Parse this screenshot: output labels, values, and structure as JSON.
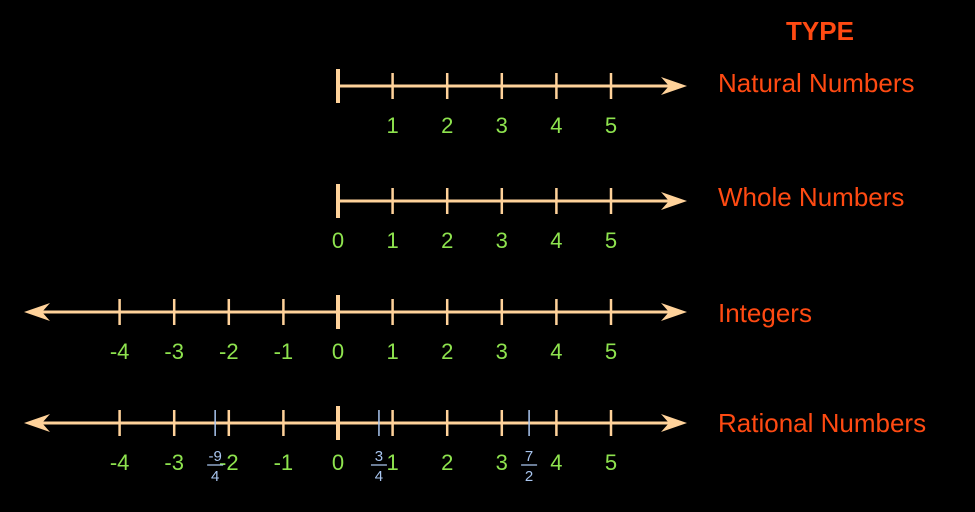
{
  "header": "TYPE",
  "colors": {
    "axis": "#FFD29A",
    "tick_label": "#8EE34E",
    "type_label": "#FF4A12",
    "fraction": "#A9C6F0"
  },
  "rows": [
    {
      "id": "natural",
      "type": "Natural Numbers",
      "left_end": "bar",
      "right_end": "arrow",
      "ticks": [
        0,
        1,
        2,
        3,
        4,
        5
      ],
      "labels": [
        {
          "value": 1,
          "text": "1"
        },
        {
          "value": 2,
          "text": "2"
        },
        {
          "value": 3,
          "text": "3"
        },
        {
          "value": 4,
          "text": "4"
        },
        {
          "value": 5,
          "text": "5"
        }
      ],
      "fractions": []
    },
    {
      "id": "whole",
      "type": "Whole Numbers",
      "left_end": "bar",
      "right_end": "arrow",
      "ticks": [
        0,
        1,
        2,
        3,
        4,
        5
      ],
      "labels": [
        {
          "value": 0,
          "text": "0"
        },
        {
          "value": 1,
          "text": "1"
        },
        {
          "value": 2,
          "text": "2"
        },
        {
          "value": 3,
          "text": "3"
        },
        {
          "value": 4,
          "text": "4"
        },
        {
          "value": 5,
          "text": "5"
        }
      ],
      "fractions": []
    },
    {
      "id": "integers",
      "type": "Integers",
      "left_end": "arrow",
      "right_end": "arrow",
      "ticks": [
        -4,
        -3,
        -2,
        -1,
        0,
        1,
        2,
        3,
        4,
        5
      ],
      "labels": [
        {
          "value": -4,
          "text": "-4"
        },
        {
          "value": -3,
          "text": "-3"
        },
        {
          "value": -2,
          "text": "-2"
        },
        {
          "value": -1,
          "text": "-1"
        },
        {
          "value": 0,
          "text": "0"
        },
        {
          "value": 1,
          "text": "1"
        },
        {
          "value": 2,
          "text": "2"
        },
        {
          "value": 3,
          "text": "3"
        },
        {
          "value": 4,
          "text": "4"
        },
        {
          "value": 5,
          "text": "5"
        }
      ],
      "fractions": []
    },
    {
      "id": "rational",
      "type": "Rational Numbers",
      "left_end": "arrow",
      "right_end": "arrow",
      "ticks": [
        -4,
        -3,
        -2,
        -1,
        0,
        1,
        2,
        3,
        4,
        5
      ],
      "labels": [
        {
          "value": -4,
          "text": "-4"
        },
        {
          "value": -3,
          "text": "-3"
        },
        {
          "value": -2,
          "text": "-2"
        },
        {
          "value": -1,
          "text": "-1"
        },
        {
          "value": 0,
          "text": "0"
        },
        {
          "value": 1,
          "text": "1"
        },
        {
          "value": 2,
          "text": "2"
        },
        {
          "value": 3,
          "text": "3"
        },
        {
          "value": 4,
          "text": "4"
        },
        {
          "value": 5,
          "text": "5"
        }
      ],
      "fractions": [
        {
          "value": -2.25,
          "numerator": "-9",
          "denominator": "4"
        },
        {
          "value": 0.75,
          "numerator": "3",
          "denominator": "4"
        },
        {
          "value": 3.5,
          "numerator": "7",
          "denominator": "2"
        }
      ]
    }
  ]
}
